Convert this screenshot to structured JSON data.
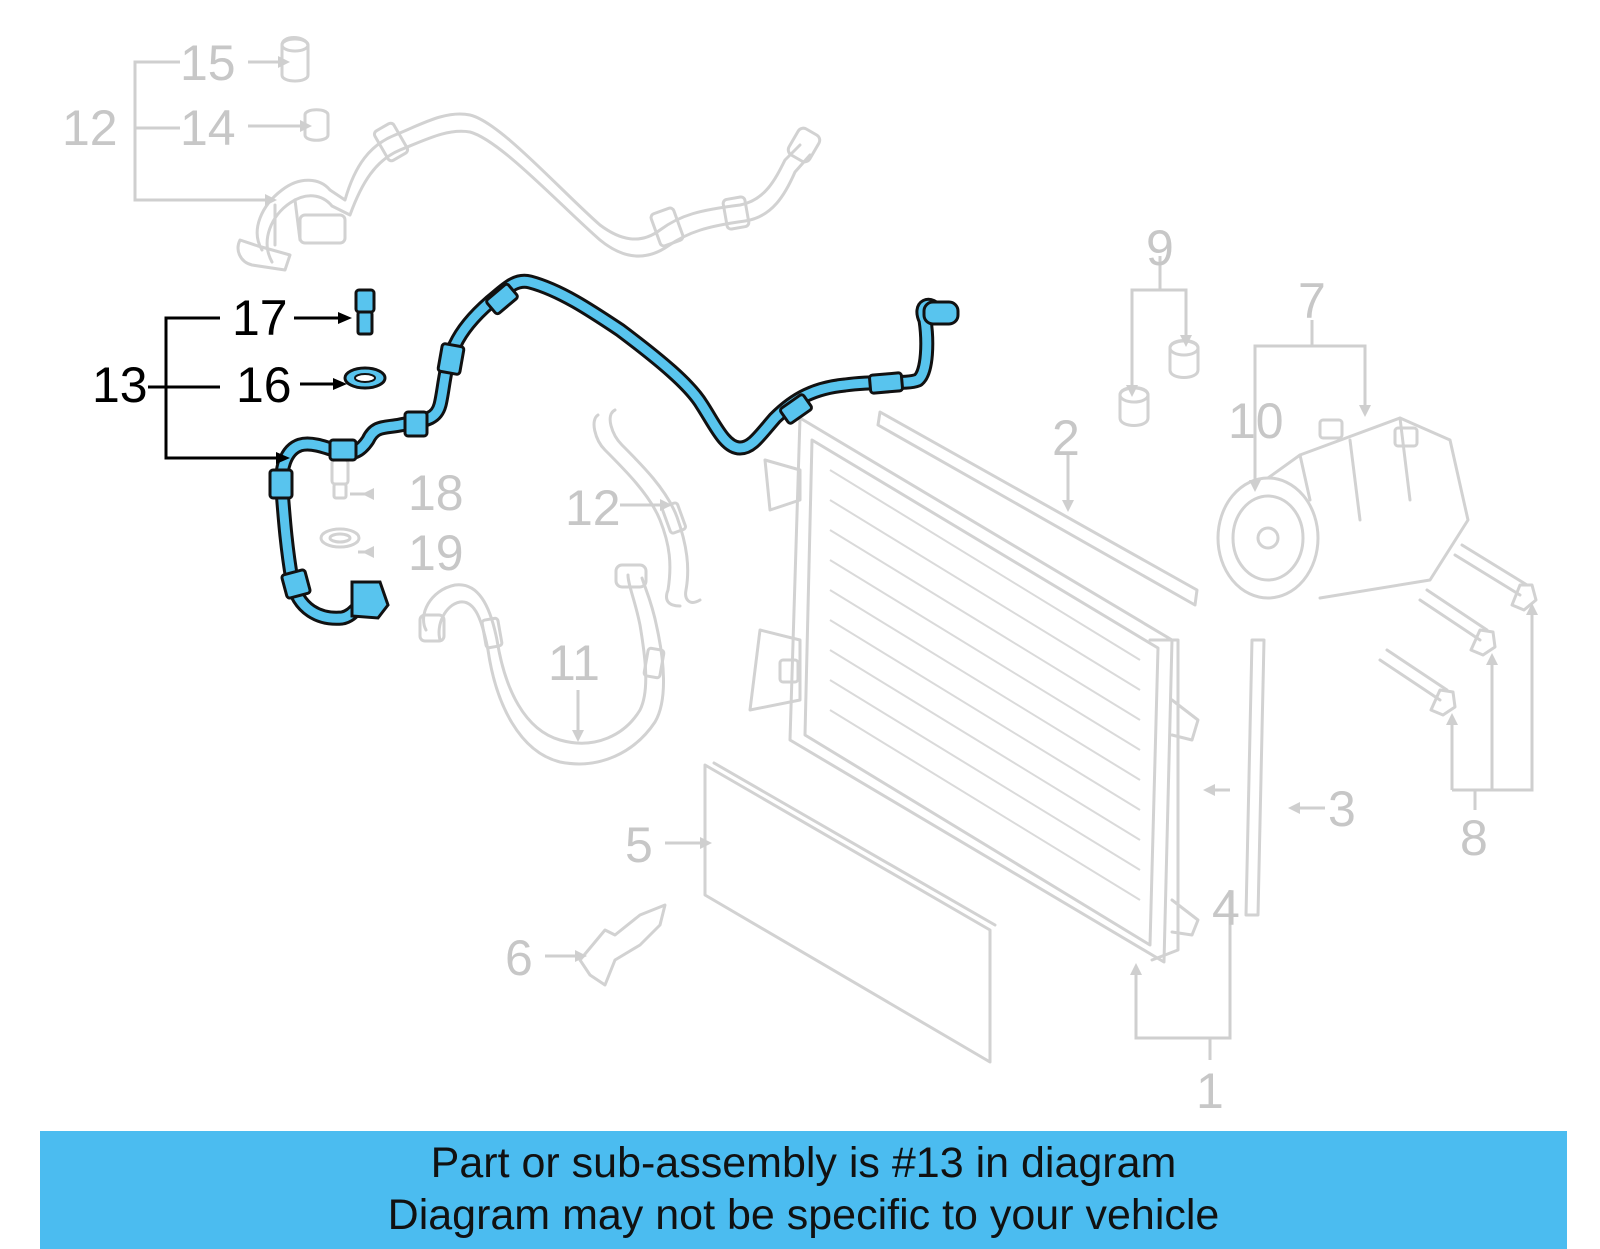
{
  "callouts": {
    "c1": "1",
    "c2": "2",
    "c3": "3",
    "c4": "4",
    "c5": "5",
    "c6": "6",
    "c7": "7",
    "c8": "8",
    "c9": "9",
    "c10": "10",
    "c11": "11",
    "c12_top": "12",
    "c12_mid": "12",
    "c13": "13",
    "c14": "14",
    "c15": "15",
    "c16": "16",
    "c17": "17",
    "c18": "18",
    "c19": "19"
  },
  "highlight": {
    "part": "13",
    "color": "#58c4ee"
  },
  "banner": {
    "line1": "Part or sub-assembly is #13 in diagram",
    "line2": "Diagram may not be specific to your vehicle",
    "color": "#4bbcf0"
  }
}
